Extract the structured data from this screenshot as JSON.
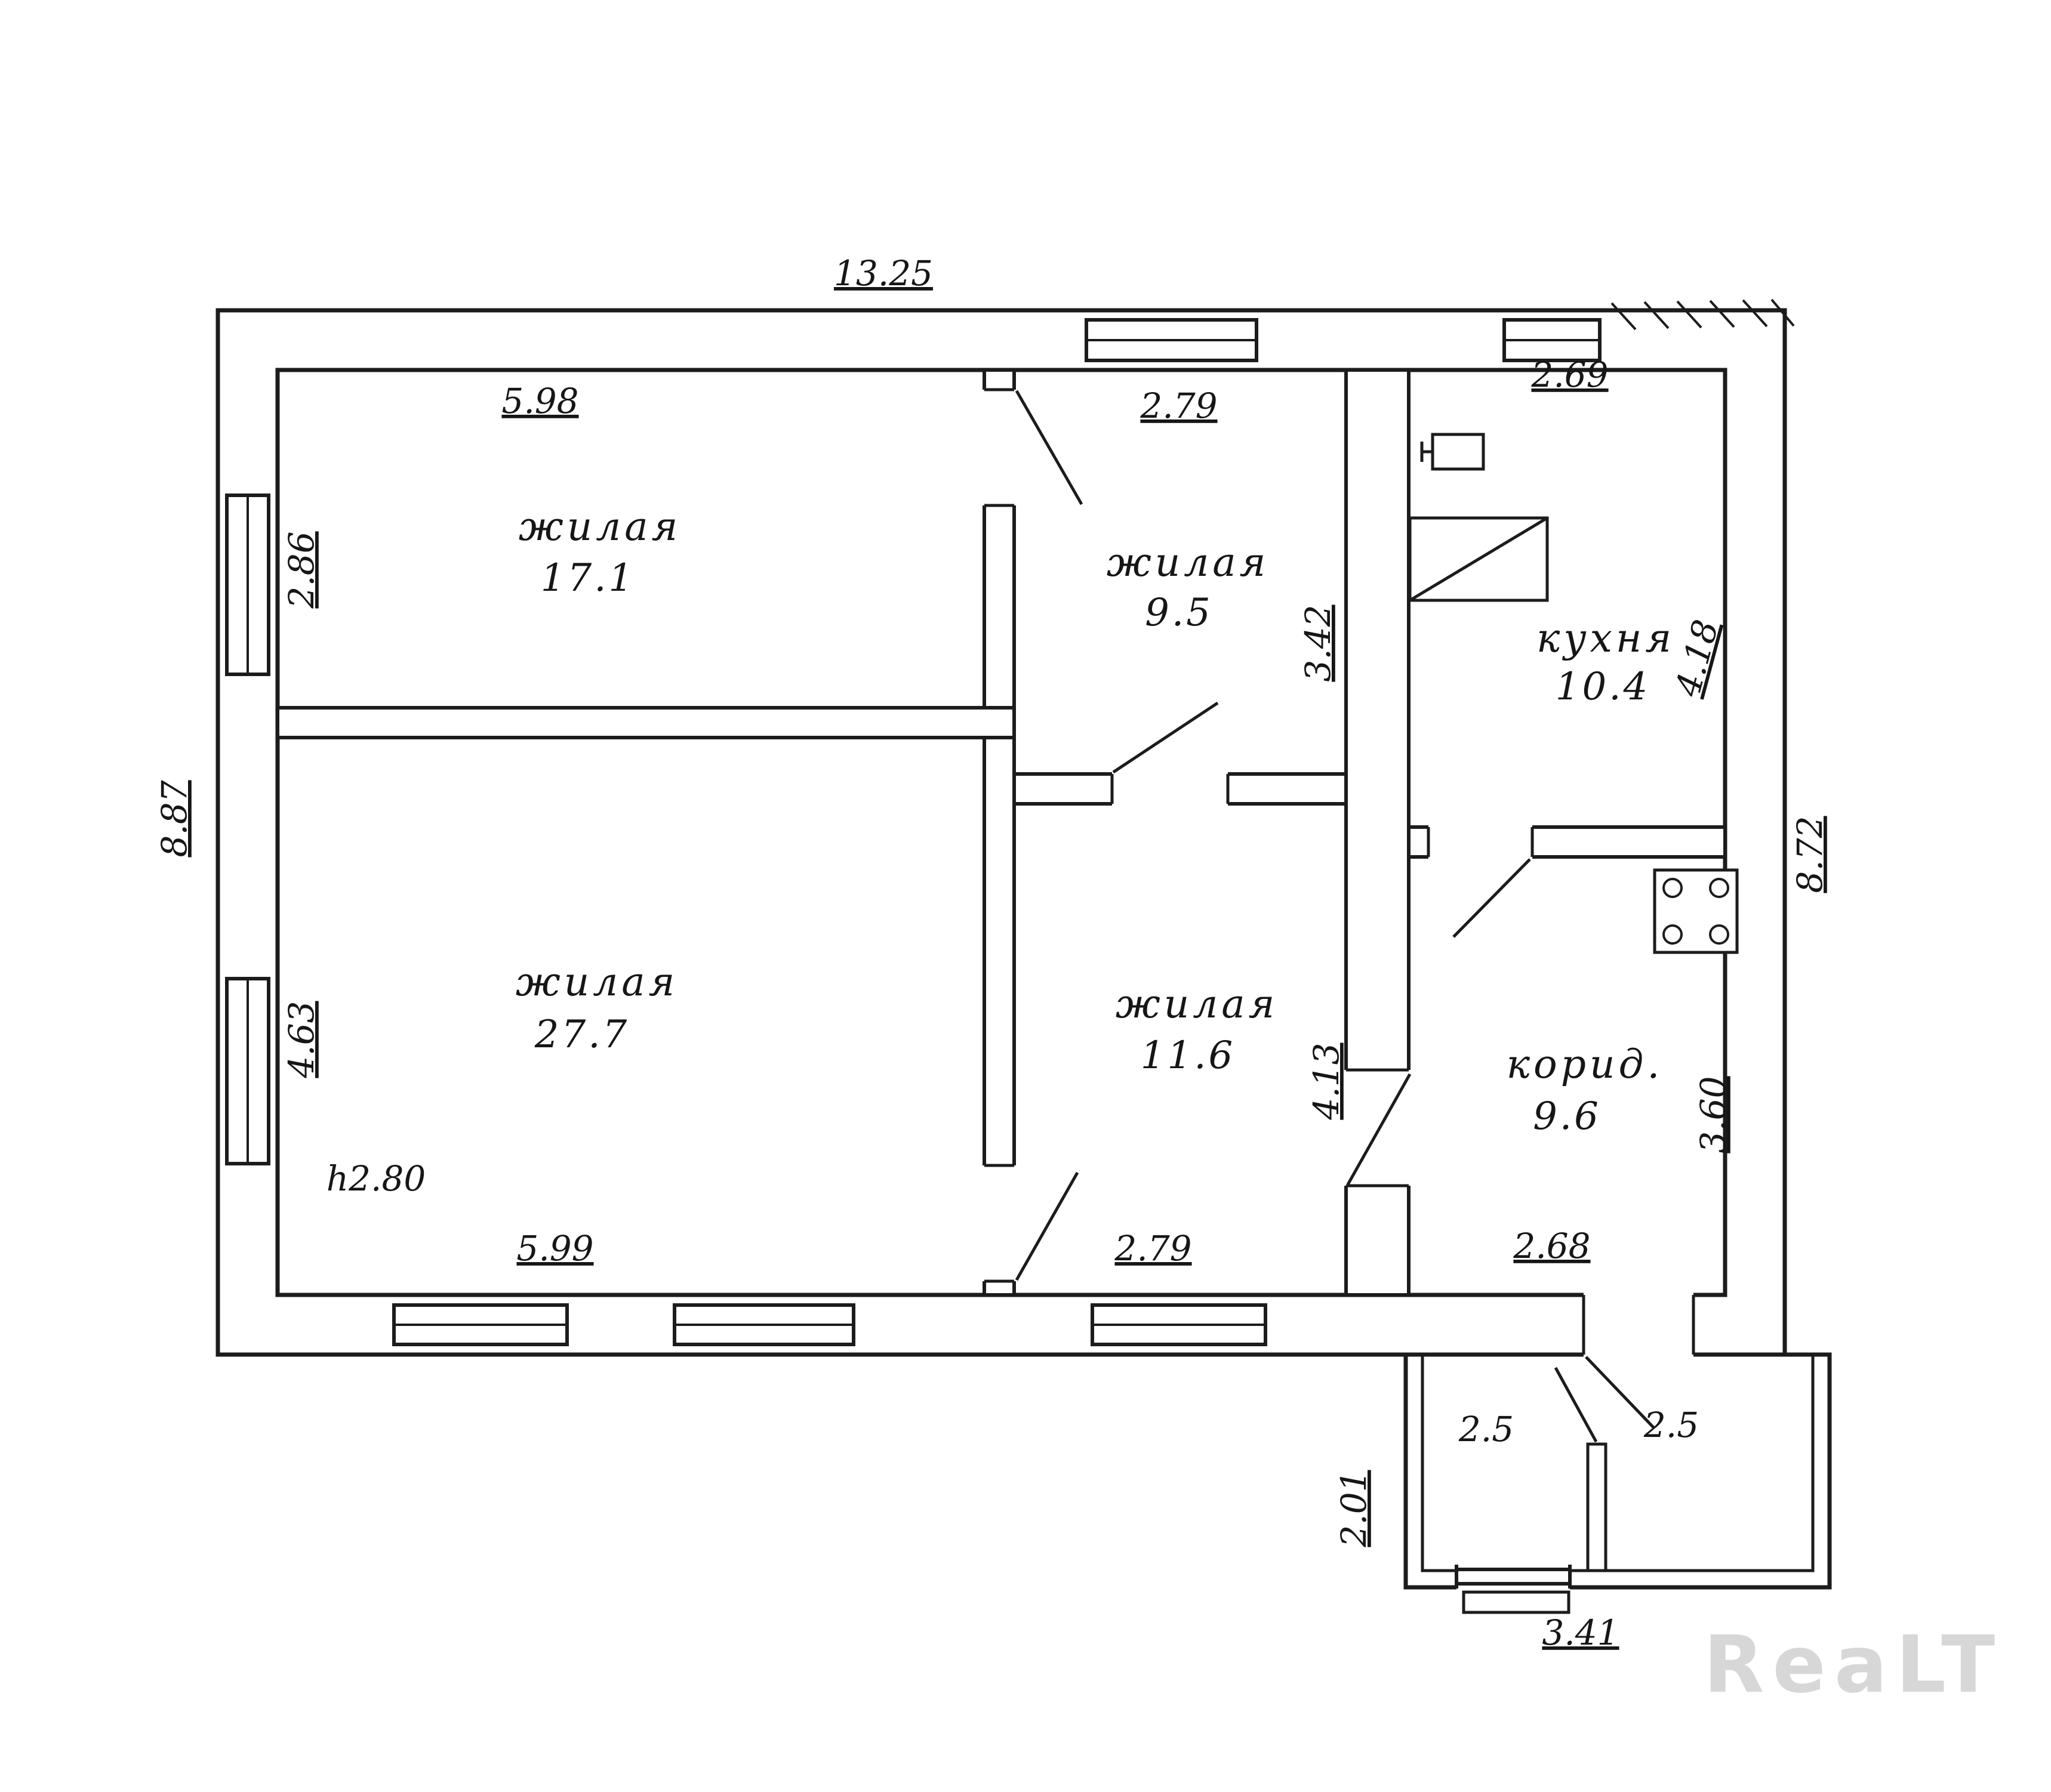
{
  "watermark": "ReaLT",
  "plan": {
    "height_note": "h2.80",
    "rooms": {
      "living1": {
        "label": "жилая",
        "area": "17.1"
      },
      "living2": {
        "label": "жилая",
        "area": "9.5"
      },
      "living3": {
        "label": "жилая",
        "area": "27.7"
      },
      "living4": {
        "label": "жилая",
        "area": "11.6"
      },
      "kitchen": {
        "label": "кухня",
        "area": "10.4"
      },
      "corridor": {
        "label": "корид.",
        "area": "9.6"
      }
    },
    "dims": {
      "total_width_top": "13.25",
      "total_height_left": "8.87",
      "total_height_right": "8.72",
      "living1_width": "5.98",
      "living1_height": "2.86",
      "living2_width_top": "2.79",
      "living2_height": "3.42",
      "kitchen_width_top": "2.69",
      "kitchen_height_right": "4.18",
      "living3_width_bottom": "5.99",
      "living3_height": "4.63",
      "living4_width_bottom": "2.79",
      "living4_height": "4.13",
      "corridor_width_bottom": "2.68",
      "corridor_height_right": "3.60",
      "porch_height_left": "2.01",
      "porch_width_bottom": "3.41",
      "porch_room_left": "2.5",
      "porch_room_right": "2.5"
    }
  }
}
